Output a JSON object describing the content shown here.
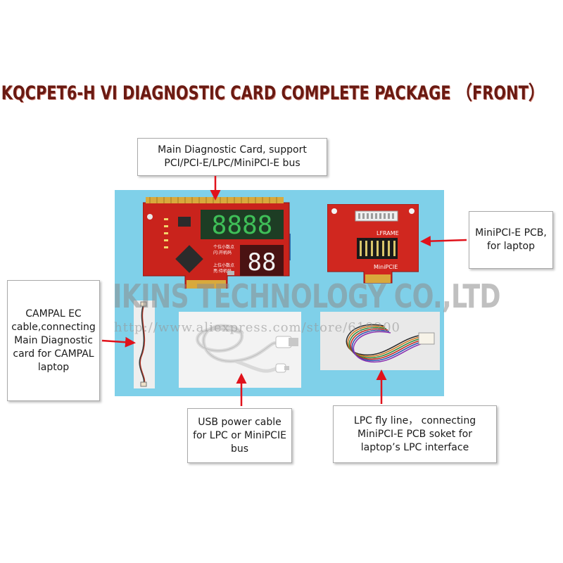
{
  "title": "KQCPET6-H VI DIAGNOSTIC CARD COMPLETE PACKAGE  （FRONT）",
  "watermark": {
    "brand": "IKINS TECHNOLOGY CO.,LTD",
    "url": "http://www.aliexpress.com/store/619200"
  },
  "card": {
    "display_digits": "8888",
    "small_digits": "88",
    "note_1": "个位小数点",
    "note_2": "闪:开机码",
    "note_3": "上位小数点",
    "note_4": "亮:待机码",
    "sticker": "MiniPCIE",
    "mini_label": "LFRAME"
  },
  "callouts": {
    "main_card": "Main Diagnostic Card, support PCI/PCI-E/LPC/MiniPCI-E bus",
    "minipcie": "MiniPCI-E PCB, for laptop",
    "campal": "CAMPAL  EC cable,connecting Main Diagnostic card  for CAMPAL laptop",
    "usb": "USB power cable for LPC or MiniPCIE bus",
    "lpc": "LPC fly line，  connecting MiniPCI-E PCB soket for  laptop’s LPC interface"
  },
  "colors": {
    "panel": "#7fd0e9",
    "pcb": "#c9231c",
    "arrow": "#e0121b",
    "title": "#6a1a12"
  }
}
